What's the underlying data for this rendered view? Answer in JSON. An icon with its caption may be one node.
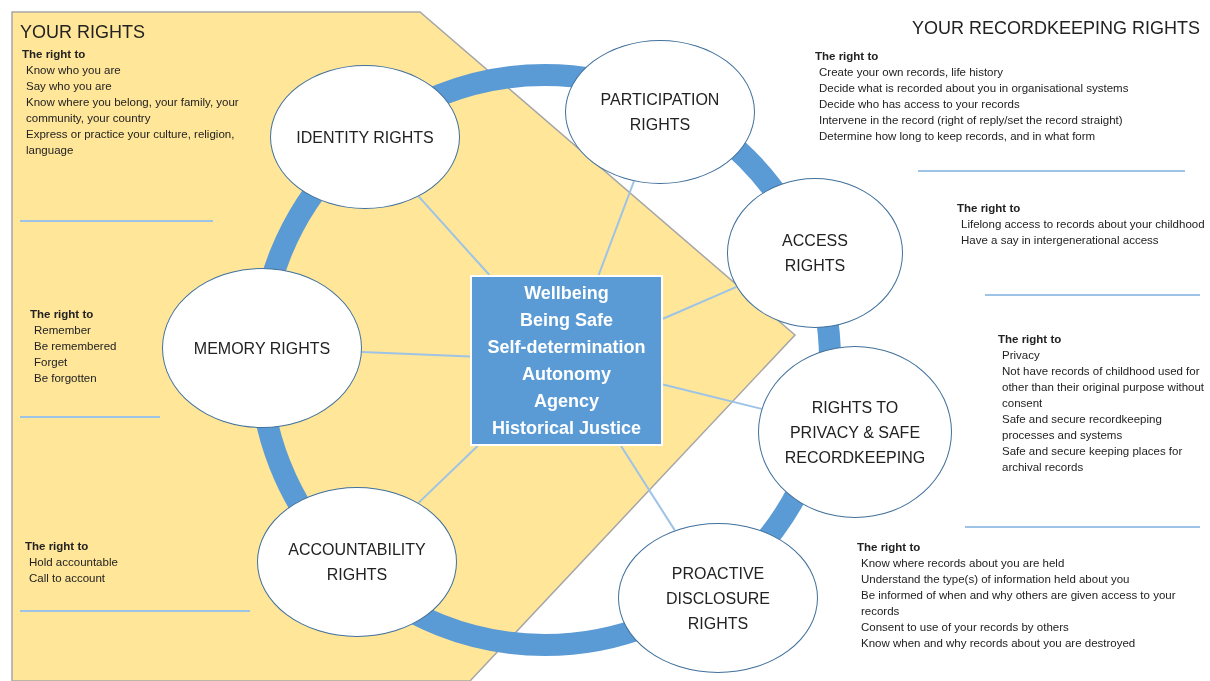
{
  "diagram": {
    "nodes": [
      {
        "text": [
          "Wellbeing",
          "Being Safe",
          "Self-determination",
          "Autonomy",
          "Agency",
          "Historical Justice"
        ]
      },
      {
        "text": [
          "IDENTITY RIGHTS"
        ],
        "beside": [
          "The right to",
          "Know who you are",
          "Say who you are",
          "Know where you belong, your family, your community, your country",
          "Express or practice your culture, religion, language"
        ]
      },
      {
        "text": [
          "PARTICIPATION RIGHTS"
        ],
        "beside": [
          "The right to",
          "Create your own records, life history",
          "Decide what is recorded about you in organisational systems",
          "Decide who has access to your records",
          "Intervene in the record (right of reply/set the record straight)",
          "Determine how long to keep records, and in what form"
        ]
      },
      {
        "text": [
          "ACCESS RIGHTS"
        ],
        "beside": [
          "The right to",
          "Lifelong access to records about your childhood",
          "Have a say in intergenerational access"
        ]
      },
      {
        "text": [
          "RIGHTS TO PRIVACY & SAFE RECORDKEEPING"
        ],
        "beside": [
          "The right to",
          "Privacy",
          "Not have records of childhood used for other than their original purpose without consent",
          "Safe and secure recordkeeping processes and systems",
          "Safe and secure keeping places for archival records"
        ]
      },
      {
        "text": [
          "PROACTIVE DISCLOSURE RIGHTS"
        ],
        "beside": [
          "The right to",
          "Know where records about you are held",
          "Understand the type(s) of information held about you",
          "Be informed of when and why others are given access to your records",
          "Consent to use of your records by others",
          "Know when and why records about you are destroyed"
        ]
      },
      {
        "text": [
          "ACCOUNTABILITY RIGHTS"
        ],
        "beside": [
          "The right to",
          "Hold accountable",
          "Call to account"
        ]
      },
      {
        "text": [
          "MEMORY RIGHTS"
        ],
        "beside": [
          "The right to",
          "Remember",
          "Be remembered",
          "Forget",
          "Be forgotten"
        ]
      }
    ],
    "edges": [
      {
        "from": 0,
        "to": 1,
        "arrow": "none"
      },
      {
        "from": 0,
        "to": 2,
        "arrow": "none"
      },
      {
        "from": 0,
        "to": 3,
        "arrow": "none"
      },
      {
        "from": 0,
        "to": 4,
        "arrow": "none"
      },
      {
        "from": 0,
        "to": 5,
        "arrow": "none"
      },
      {
        "from": 0,
        "to": 6,
        "arrow": "none"
      },
      {
        "from": 0,
        "to": 7,
        "arrow": "none"
      }
    ],
    "labels": [
      "YOUR RIGHTS",
      "YOUR RECORDKEEPING RIGHTS"
    ]
  }
}
